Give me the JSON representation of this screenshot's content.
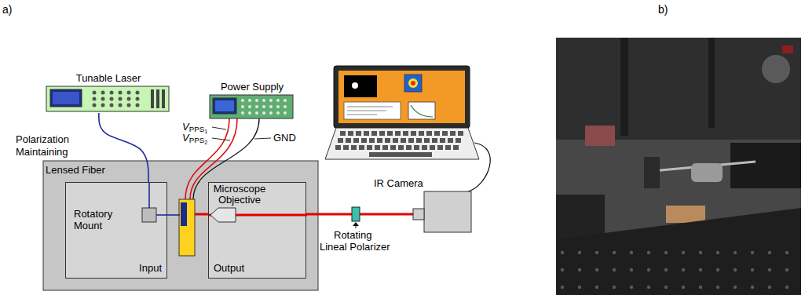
{
  "diagram": {
    "nodes": [
      {
        "text": [
          "Tunable Laser"
        ]
      },
      {
        "text": [
          "Power Supply"
        ]
      },
      {
        "text": [
          "Input"
        ]
      },
      {
        "text": [
          "Output"
        ]
      },
      {
        "text": [
          "IR Camera"
        ]
      }
    ],
    "edges": [
      {
        "from": 0,
        "to": 2,
        "arrow": "none"
      }
    ],
    "labels": [
      "a)",
      "b)",
      "Polarization Maintaining",
      "Lensed Fiber",
      "VPPS1",
      "VPPS2",
      "GND",
      "Rotatory Mount",
      "Microscope Objective",
      "Rotating",
      "Lineal Polarizer"
    ]
  }
}
